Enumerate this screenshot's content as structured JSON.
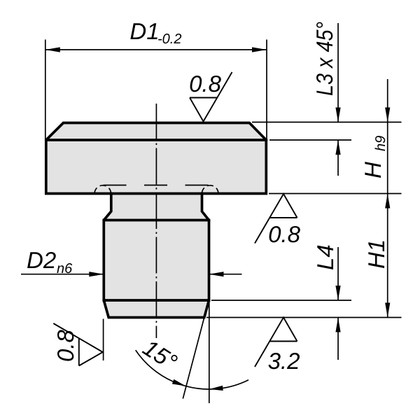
{
  "drawing": {
    "type": "technical-drawing",
    "view": "front view of a flat-head locating pin with undercut neck and chamfered shank",
    "colors": {
      "background": "#ffffff",
      "line": "#000000",
      "part_fill": "#e3e3e3"
    },
    "labels": {
      "d1": {
        "text": "D1",
        "tolerance": "-0.2"
      },
      "chamfer_top": {
        "text": "L3 x 45°"
      },
      "head_height": {
        "text": "H",
        "tolerance": "h9"
      },
      "overall_height": {
        "text": "H1"
      },
      "chamfer_bottom": {
        "text": "L4"
      },
      "d2": {
        "text": "D2",
        "tolerance": "n6"
      },
      "angle": {
        "text": "15°"
      },
      "roughness_top_face": {
        "text": "0.8"
      },
      "roughness_head_bottom": {
        "text": "0.8"
      },
      "roughness_shank": {
        "text": "0.8"
      },
      "roughness_pin_bottom": {
        "text": "3.2"
      }
    }
  }
}
